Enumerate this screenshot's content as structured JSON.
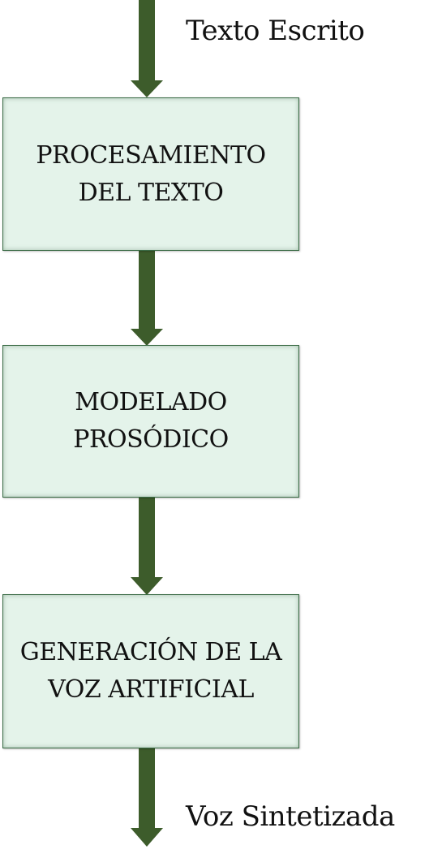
{
  "input_label": "Texto Escrito",
  "output_label": "Voz Sintetizada",
  "steps": [
    {
      "line1": "PROCESAMIENTO",
      "line2": "DEL TEXTO"
    },
    {
      "line1": "MODELADO",
      "line2": "PROSÓDICO"
    },
    {
      "line1": "GENERACIÓN DE LA",
      "line2": "VOZ ARTIFICIAL"
    }
  ],
  "colors": {
    "arrow": "#3d5c2b",
    "box_fill": "#e4f3ea",
    "box_border": "#3a6b45"
  }
}
